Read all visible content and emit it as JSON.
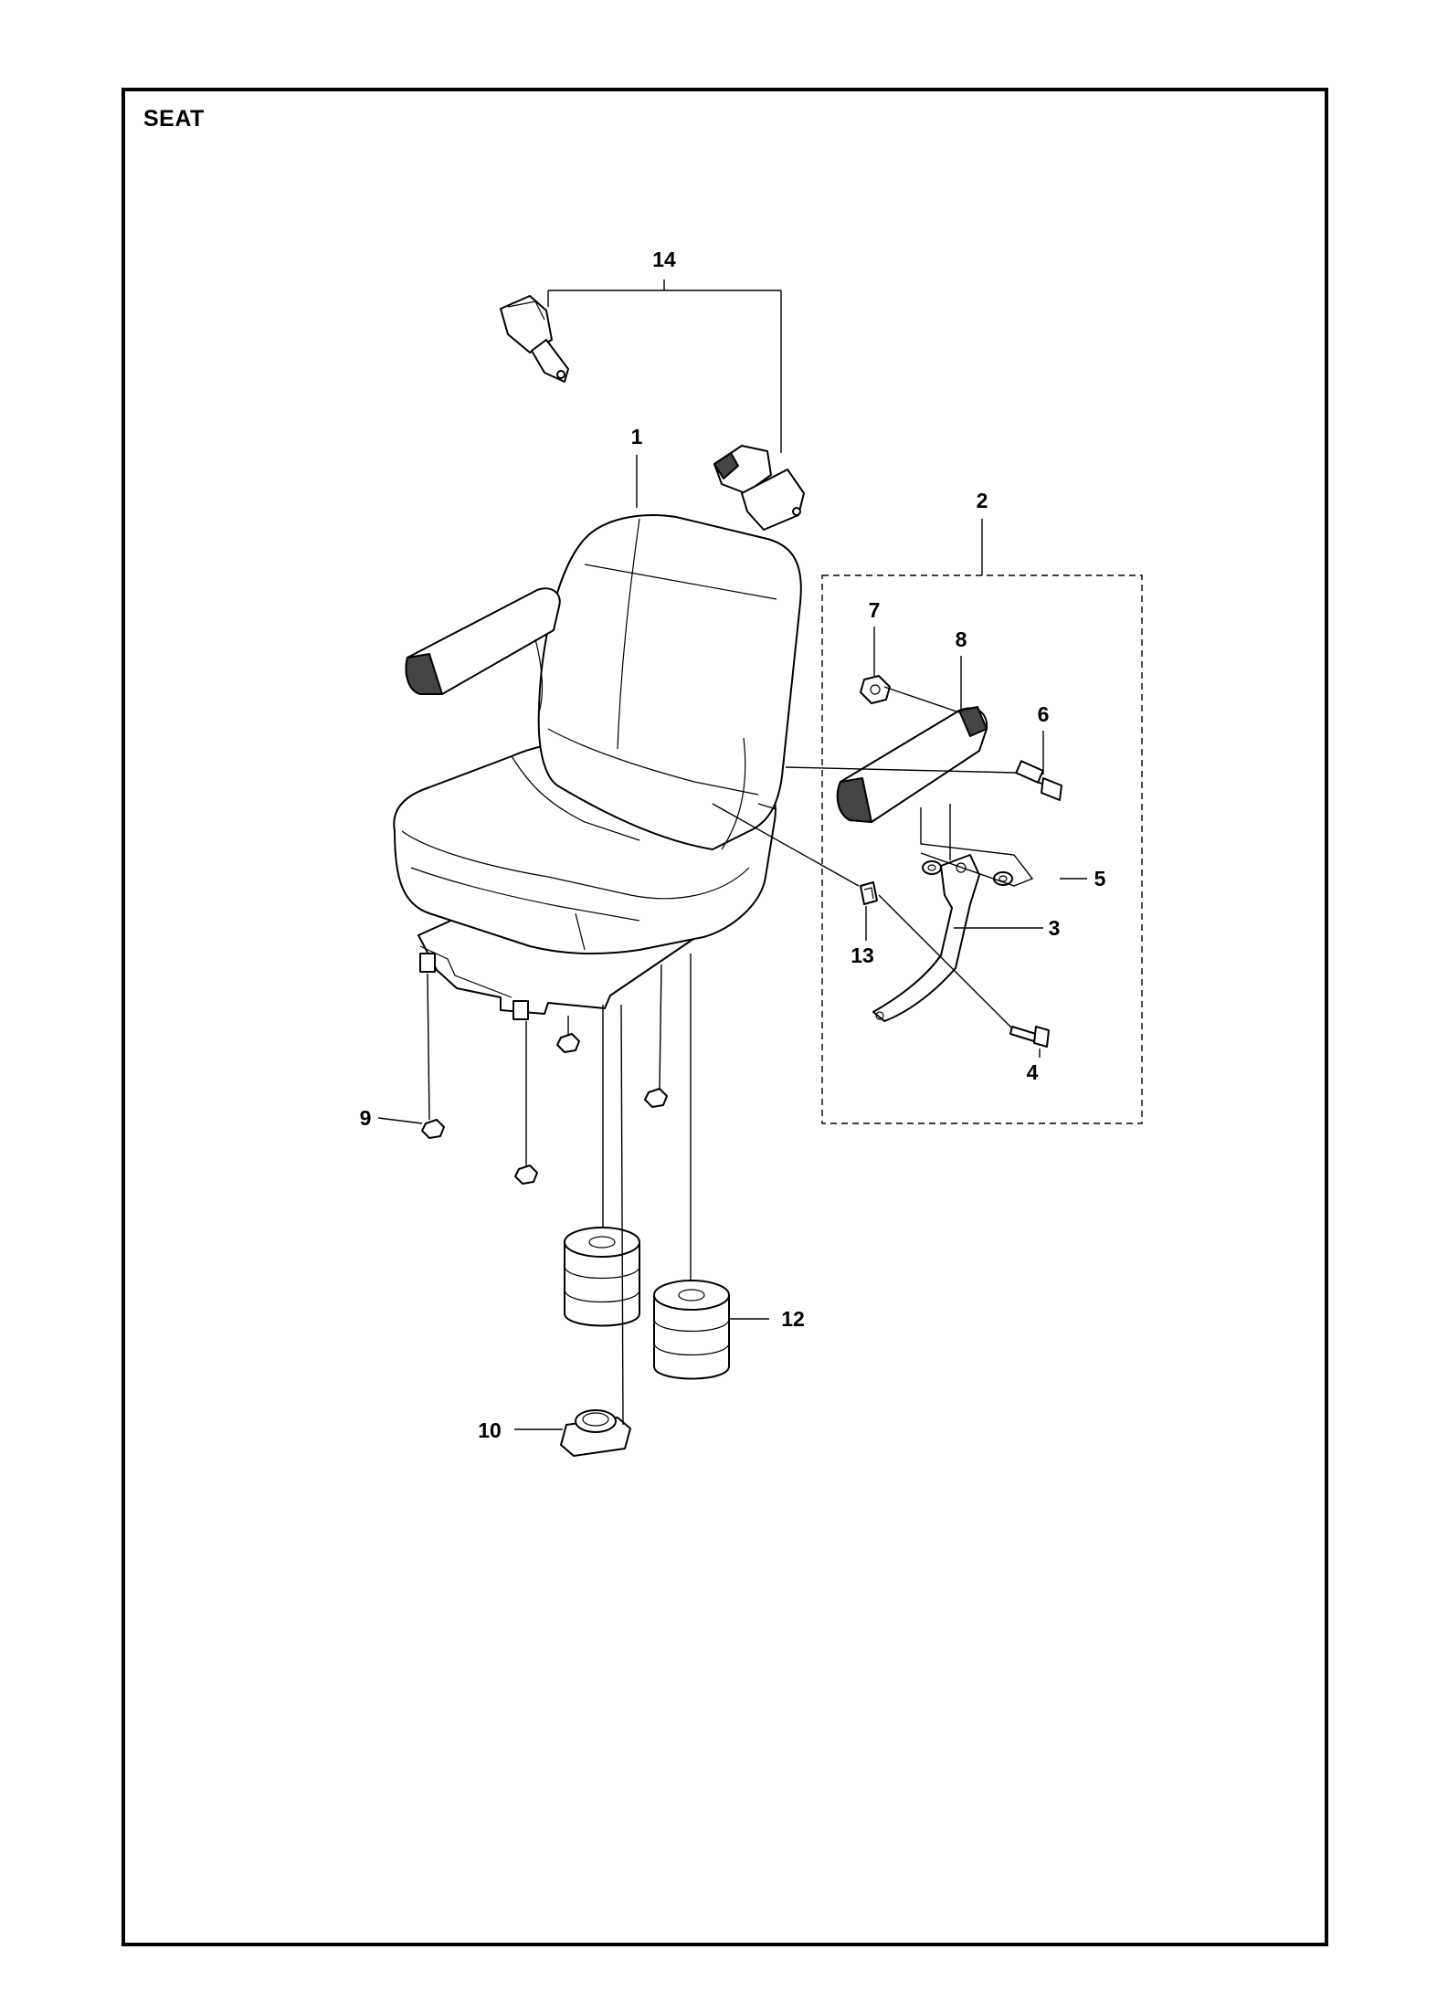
{
  "diagram": {
    "title": "SEAT",
    "callouts": [
      "1",
      "2",
      "3",
      "4",
      "5",
      "6",
      "7",
      "8",
      "9",
      "10",
      "12",
      "13",
      "14"
    ]
  }
}
